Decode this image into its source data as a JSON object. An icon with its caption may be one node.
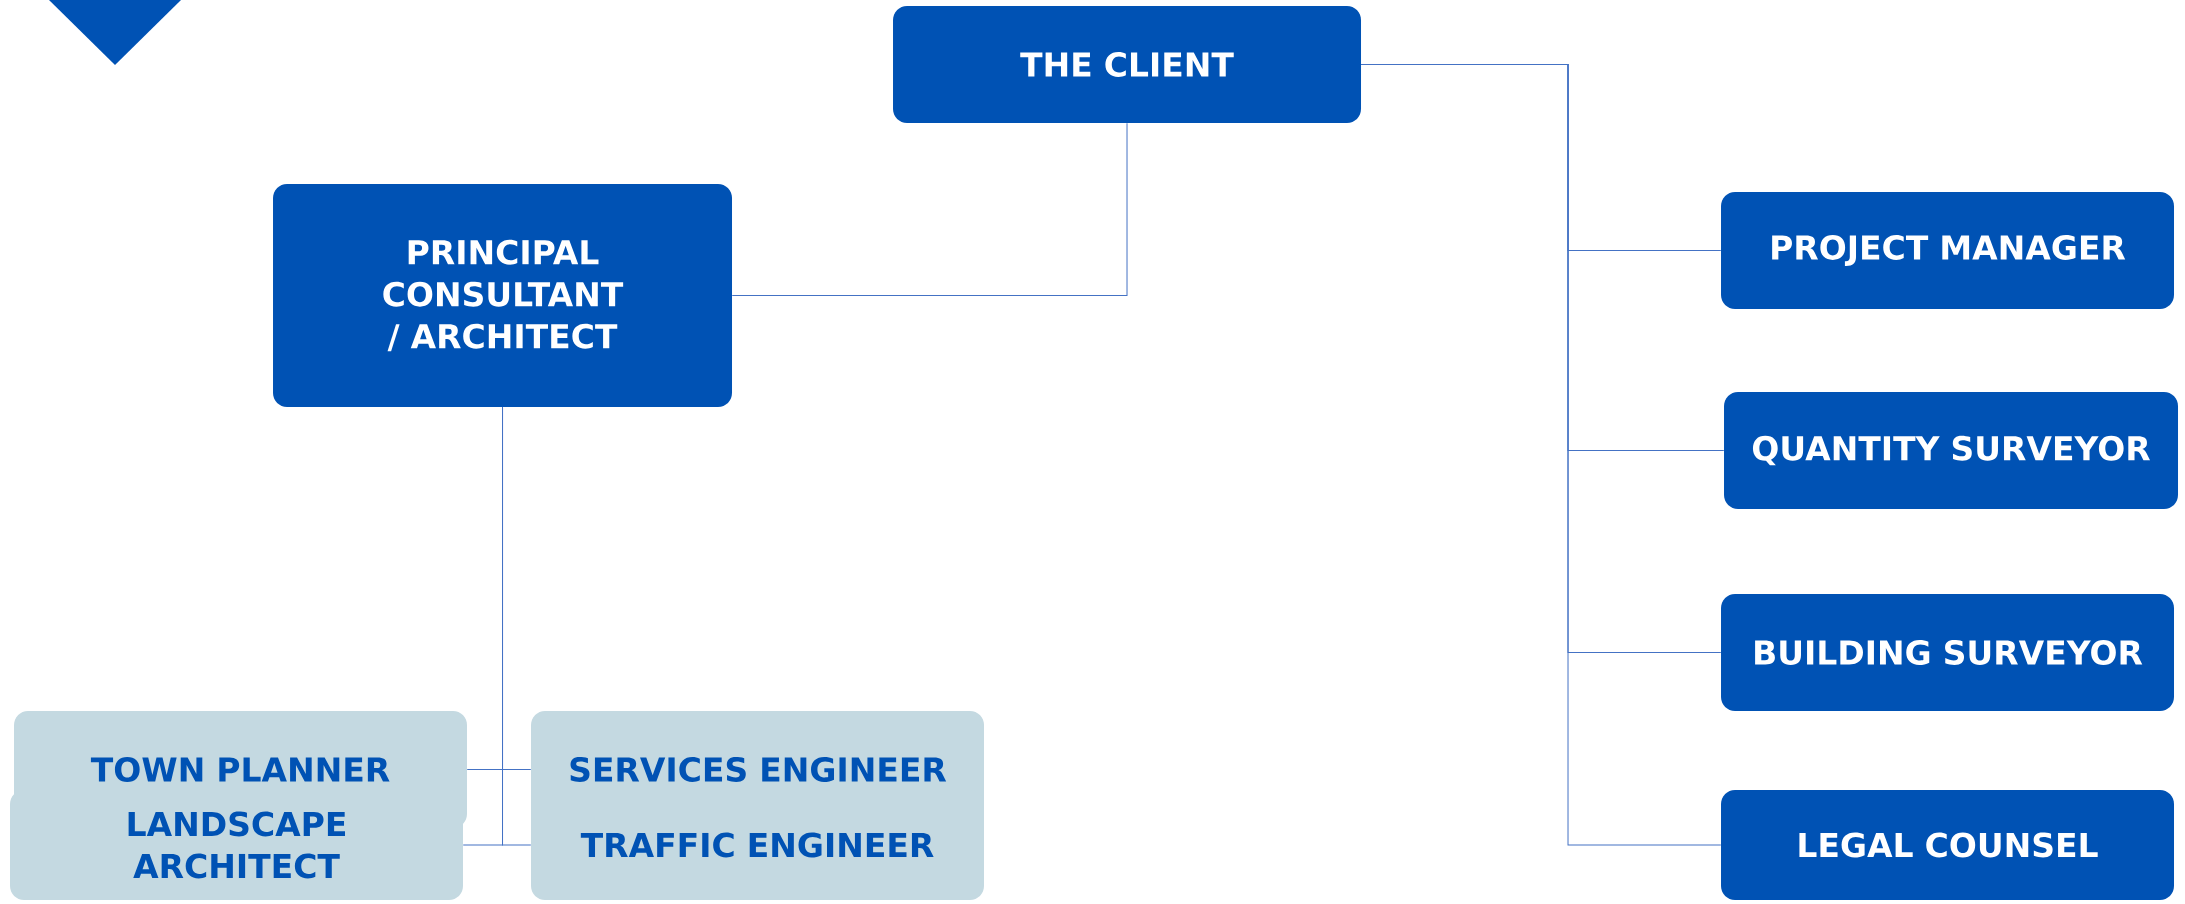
{
  "diagram": {
    "nodes": [
      {
        "text": [
          "THE CLIENT"
        ]
      },
      {
        "text": [
          "PRINCIPAL CONSULTANT / ARCHITECT"
        ]
      },
      {
        "text": [
          "PROJECT MANAGER"
        ]
      },
      {
        "text": [
          "QUANTITY SURVEYOR"
        ]
      },
      {
        "text": [
          "BUILDING SURVEYOR"
        ]
      },
      {
        "text": [
          "LEGAL COUNSEL"
        ]
      },
      {
        "text": [
          "TOWN PLANNER"
        ]
      },
      {
        "text": [
          "SERVICES ENGINEER"
        ]
      },
      {
        "text": [
          "LANDSCAPE ARCHITECT"
        ]
      },
      {
        "text": [
          "TRAFFIC ENGINEER"
        ]
      }
    ],
    "edges": [
      {
        "from": 0,
        "to": 1,
        "arrow": "none"
      },
      {
        "from": 0,
        "to": 2,
        "arrow": "none"
      },
      {
        "from": 0,
        "to": 3,
        "arrow": "none"
      },
      {
        "from": 0,
        "to": 4,
        "arrow": "none"
      },
      {
        "from": 0,
        "to": 5,
        "arrow": "none"
      },
      {
        "from": 1,
        "to": 6,
        "arrow": "none"
      },
      {
        "from": 1,
        "to": 7,
        "arrow": "none"
      },
      {
        "from": 1,
        "to": 8,
        "arrow": "none"
      },
      {
        "from": 1,
        "to": 9,
        "arrow": "none"
      }
    ]
  }
}
